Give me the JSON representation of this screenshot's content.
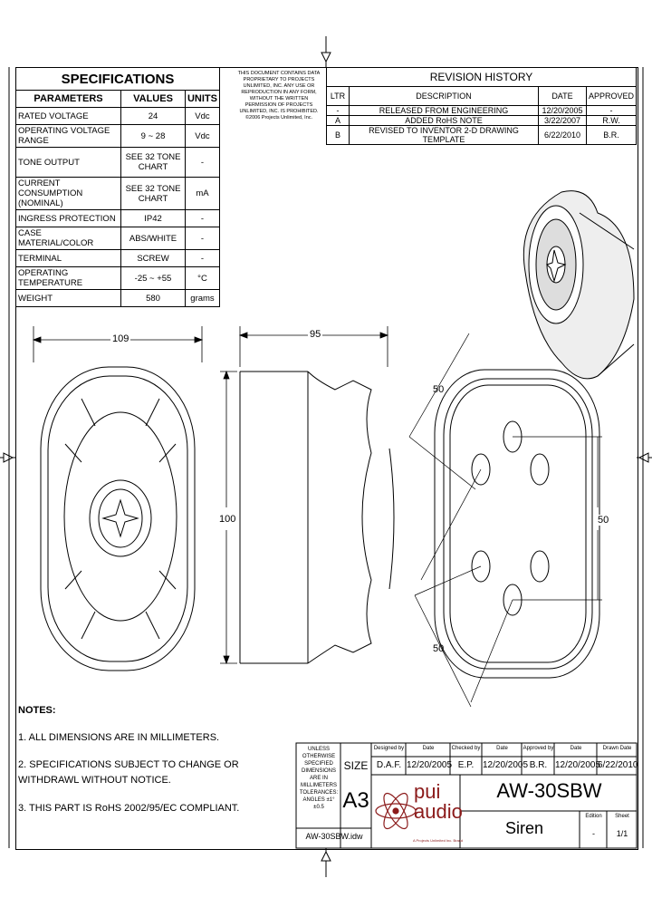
{
  "spec": {
    "title": "SPECIFICATIONS",
    "headers": [
      "PARAMETERS",
      "VALUES",
      "UNITS"
    ],
    "rows": [
      {
        "param": "RATED VOLTAGE",
        "value": "24",
        "unit": "Vdc"
      },
      {
        "param": "OPERATING VOLTAGE RANGE",
        "value": "9 ~ 28",
        "unit": "Vdc"
      },
      {
        "param": "TONE OUTPUT",
        "value": "SEE 32 TONE CHART",
        "unit": "-"
      },
      {
        "param": "CURRENT CONSUMPTION (NOMINAL)",
        "value": "SEE 32 TONE CHART",
        "unit": "mA"
      },
      {
        "param": "INGRESS PROTECTION",
        "value": "IP42",
        "unit": "-"
      },
      {
        "param": "CASE MATERIAL/COLOR",
        "value": "ABS/WHITE",
        "unit": "-"
      },
      {
        "param": "TERMINAL",
        "value": "SCREW",
        "unit": "-"
      },
      {
        "param": "OPERATING TEMPERATURE",
        "value": "-25 ~ +55",
        "unit": "°C"
      },
      {
        "param": "WEIGHT",
        "value": "580",
        "unit": "grams"
      }
    ]
  },
  "proprietary": "THIS DOCUMENT CONTAINS DATA PROPRIETARY TO PROJECTS UNLIMITED, INC. ANY USE OR REPRODUCTION IN ANY FORM, WITHOUT THE WRITTEN PERMISSION OF PROJECTS UNLIMITED, INC. IS PROHIBITED. ©2006 Projects Unlimited, Inc.",
  "revision": {
    "title": "REVISION HISTORY",
    "headers": [
      "LTR",
      "DESCRIPTION",
      "DATE",
      "APPROVED"
    ],
    "rows": [
      {
        "ltr": "-",
        "desc": "RELEASED FROM ENGINEERING",
        "date": "12/20/2005",
        "approved": "-"
      },
      {
        "ltr": "A",
        "desc": "ADDED RoHS NOTE",
        "date": "3/22/2007",
        "approved": "R.W."
      },
      {
        "ltr": "B",
        "desc": "REVISED TO INVENTOR 2-D DRAWING TEMPLATE",
        "date": "6/22/2010",
        "approved": "B.R."
      }
    ]
  },
  "dims": {
    "w109": "109",
    "w95": "95",
    "h100": "100",
    "d50a": "50",
    "d50b": "50",
    "d50c": "50"
  },
  "notes": {
    "title": "NOTES:",
    "items": [
      "1. ALL DIMENSIONS ARE IN MILLIMETERS.",
      "2. SPECIFICATIONS SUBJECT TO CHANGE OR WITHDRAWL WITHOUT NOTICE.",
      "3. THIS PART IS RoHS 2002/95/EC COMPLIANT."
    ]
  },
  "titleblock": {
    "tolerance_note": "UNLESS OTHERWISE SPECIFIED DIMENSIONS ARE IN MILLIMETERS TOLERANCES: ANGLES ±1° ±0.5",
    "filename": "AW-30SBW.idw",
    "size_label": "SIZE",
    "size": "A3",
    "designed_by_label": "Designed by",
    "designed_by": "D.A.F.",
    "date_label": "Date",
    "designed_date": "12/20/2005",
    "checked_by_label": "Checked by",
    "checked_by": "E.P.",
    "checked_date": "12/20/2005",
    "approved_by_label": "Approved by",
    "approved_by": "B.R.",
    "approved_date": "12/20/2005",
    "drawn_date_label": "Drawn Date",
    "drawn_date": "6/22/2010",
    "logo_line1": "pui",
    "logo_line2": "audio",
    "logo_tag": "A Projects Unlimited Inc. Brand",
    "part_no": "AW-30SBW",
    "description": "Siren",
    "edition_label": "Edition",
    "edition": "-",
    "sheet_label": "Sheet",
    "sheet": "1/1"
  },
  "colors": {
    "logo": "#8b1a1a"
  }
}
